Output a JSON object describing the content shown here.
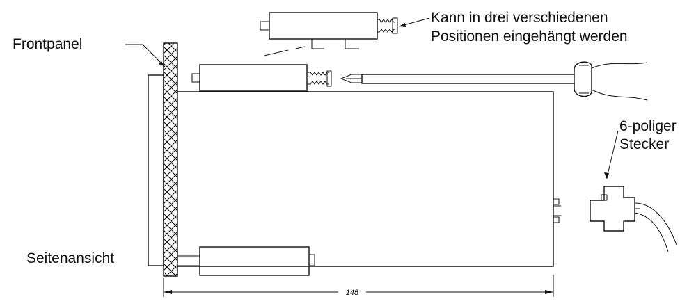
{
  "labels": {
    "frontpanel": "Frontpanel",
    "side_view": "Seitenansicht",
    "positions_line1": "Kann in drei verschiedenen",
    "positions_line2": "Positionen eingehängt werden",
    "connector_line1": "6-poliger",
    "connector_line2": "Stecker",
    "dimension": "145"
  },
  "colors": {
    "ink": "#111111",
    "background": "#ffffff"
  }
}
